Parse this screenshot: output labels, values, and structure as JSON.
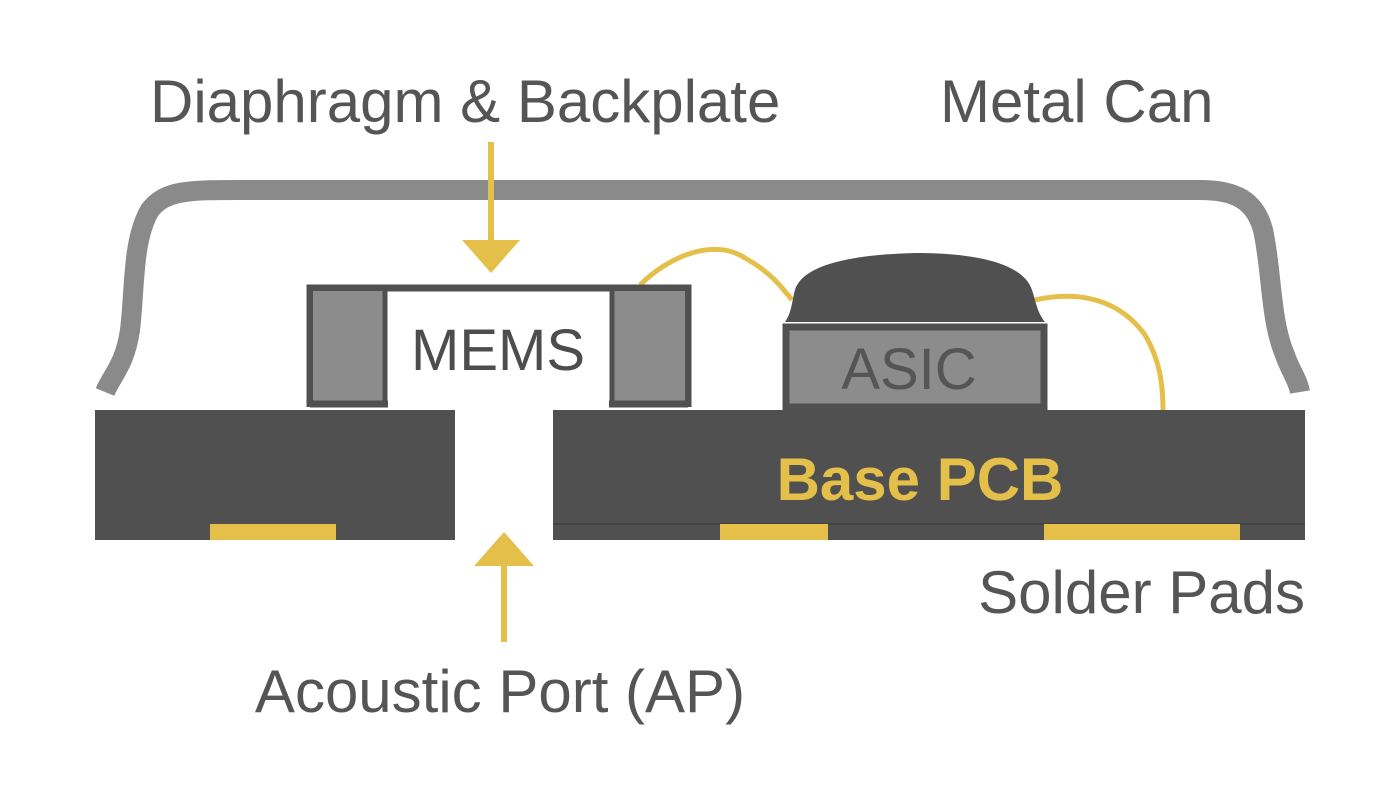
{
  "colors": {
    "dark": "#505050",
    "can_gray": "#8a8a8a",
    "side_gray": "#8c8c8c",
    "gold": "#e4c04b",
    "text": "#555555",
    "background": "#ffffff"
  },
  "labels": {
    "diaphragm": "Diaphragm & Backplate",
    "metal_can": "Metal Can",
    "mems": "MEMS",
    "asic": "ASIC",
    "base_pcb": "Base PCB",
    "solder_pads": "Solder Pads",
    "acoustic_port": "Acoustic Port (AP)"
  }
}
